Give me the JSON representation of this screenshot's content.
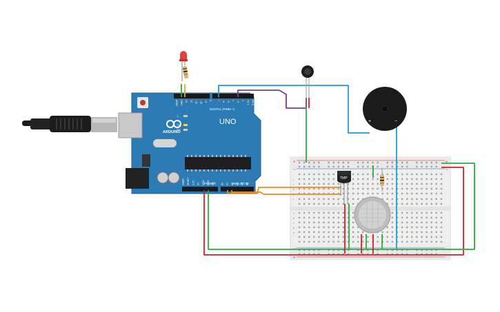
{
  "board": {
    "logo_text": "ARDUINO",
    "model": "UNO",
    "digital_header_label": "DIGITAL (PWM ~)",
    "power_label": "POWER",
    "analog_label": "ANALOG IN",
    "top_pin_labels": [
      "AREF",
      "GND",
      "13",
      "12",
      "~11",
      "~10",
      "~9",
      "8",
      "7",
      "~6",
      "~5",
      "4",
      "~3",
      "2",
      "TX 1",
      "RX 0"
    ],
    "bottom_pin_labels": [
      "IOREF",
      "RESET",
      "3.3V",
      "5V",
      "GND",
      "GND",
      "Vin",
      "A0",
      "A1",
      "A2",
      "A3",
      "A4",
      "A5"
    ],
    "led_labels": [
      "L",
      "TX",
      "RX"
    ],
    "colors": {
      "pcb": "#2d7bb5",
      "accent": "#ffffff"
    }
  },
  "components": {
    "temp_sensor_label": "TMP",
    "buzzer_plus": "+",
    "buzzer_minus": "−",
    "rail_plus": "+",
    "rail_minus": "−"
  },
  "breadboard": {
    "row_letters_top": [
      "j",
      "i",
      "h",
      "g",
      "f"
    ],
    "row_letters_bottom": [
      "e",
      "d",
      "c",
      "b",
      "a"
    ]
  },
  "wire_colors": {
    "green": "#2eaa3f",
    "red": "#d81f26",
    "blue": "#1e9bd6",
    "orange": "#f08a1d",
    "purple": "#7e3a91"
  }
}
